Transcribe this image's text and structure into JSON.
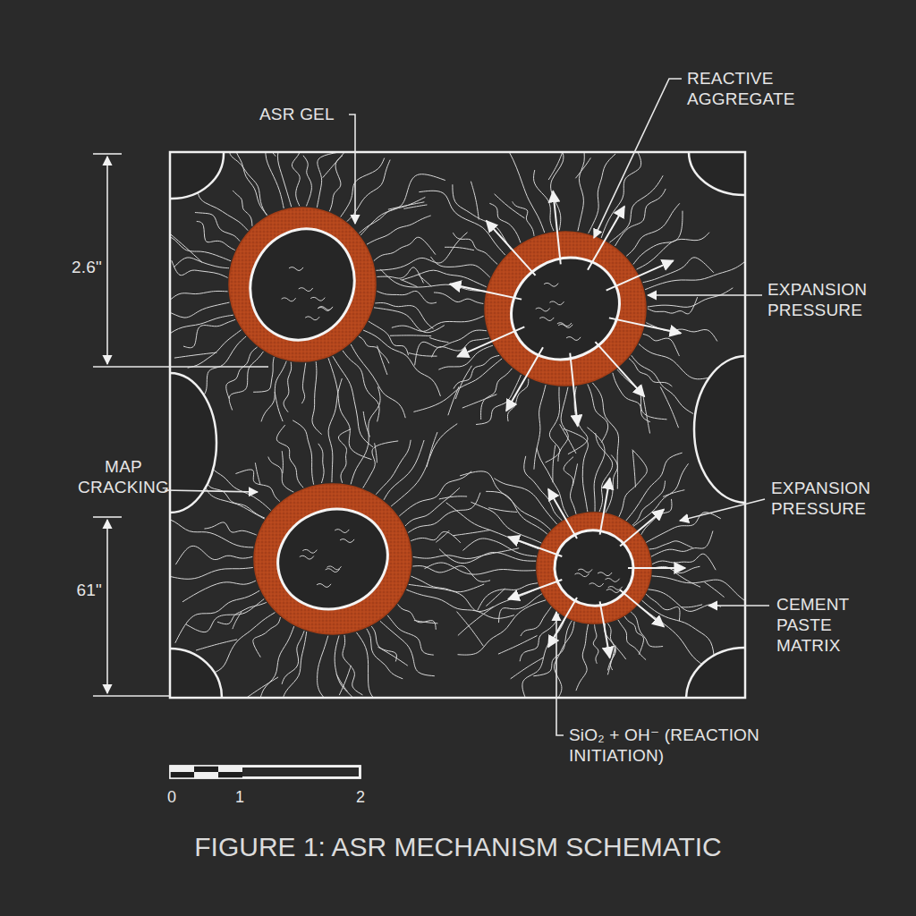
{
  "diagram": {
    "caption": "FIGURE 1: ASR MECHANISM SCHEMATIC",
    "labels": [
      "ASR GEL",
      "REACTIVE AGGREGATE",
      "2.6\"",
      "EXPANSION PRESSURE",
      "MAP CRACKING",
      "EXPANSION PRESSURE",
      "61\"",
      "CEMENT PASTE MATRIX",
      "SiO₂ + OH⁻ (REACTION INITIATION)",
      "0",
      "1",
      "2"
    ]
  }
}
